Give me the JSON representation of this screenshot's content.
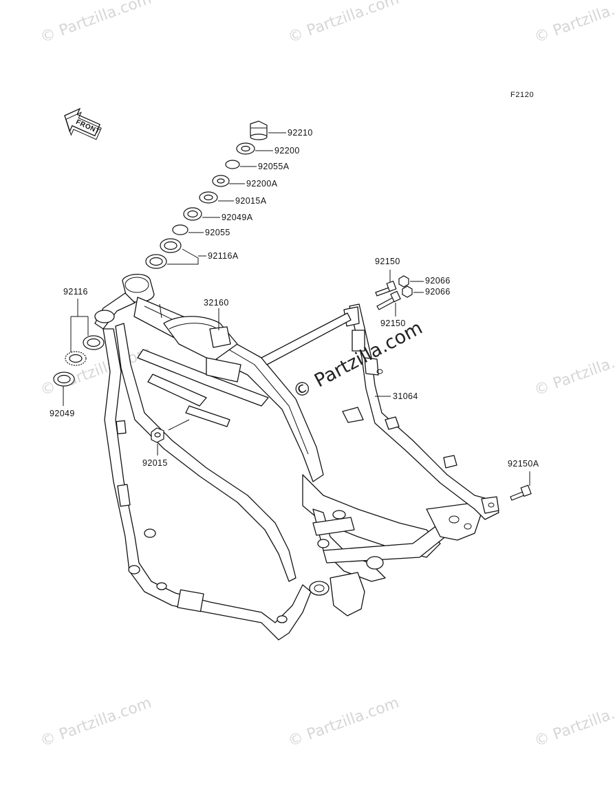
{
  "diagram_code": "F2120",
  "front_label": "FRONT",
  "watermark_text": "© Partzilla.com",
  "labels": {
    "p92210": "92210",
    "p92200": "92200",
    "p92055A": "92055A",
    "p92200A": "92200A",
    "p92015A": "92015A",
    "p92049A": "92049A",
    "p92055": "92055",
    "p92116A": "92116A",
    "p92116": "92116",
    "p92049": "92049",
    "p32160": "32160",
    "p92015": "92015",
    "p92150_top": "92150",
    "p92066_a": "92066",
    "p92066_b": "92066",
    "p92150_mid": "92150",
    "p31064": "31064",
    "p92150A": "92150A"
  }
}
